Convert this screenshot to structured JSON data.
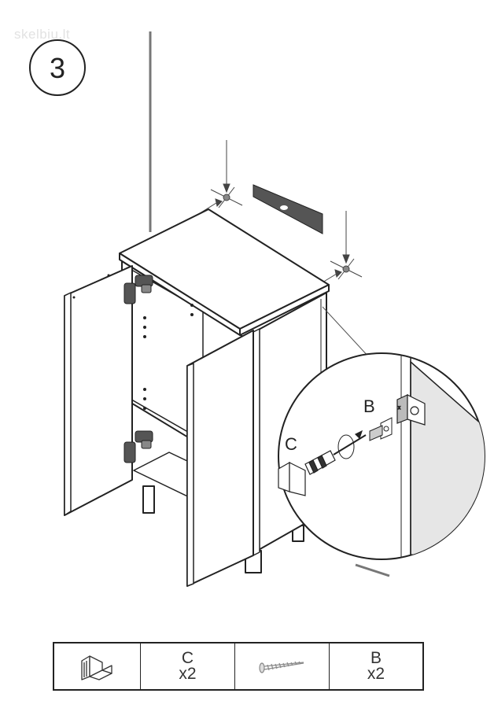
{
  "watermark": "skelbiu.lt",
  "step": {
    "number": "3"
  },
  "callout": {
    "label_b": "B",
    "label_c": "C"
  },
  "parts": [
    {
      "icon": "corner-bracket-icon",
      "label": "",
      "qty": ""
    },
    {
      "icon": "",
      "label": "C",
      "qty": "x2"
    },
    {
      "icon": "screw-icon",
      "label": "",
      "qty": ""
    },
    {
      "icon": "",
      "label": "B",
      "qty": "x2"
    }
  ],
  "colors": {
    "line": "#222222",
    "wall_shade": "#e6e6e6",
    "hinge": "#444444"
  }
}
